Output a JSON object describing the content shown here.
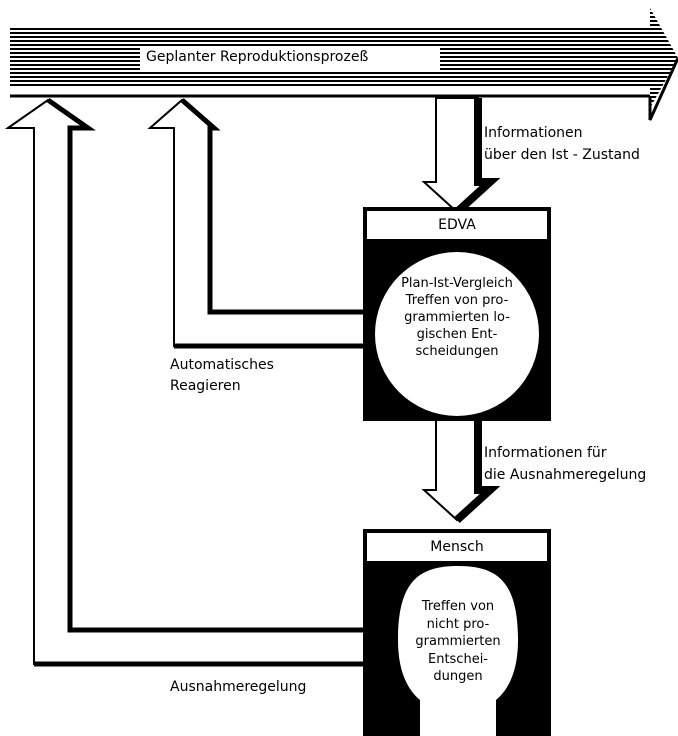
{
  "process_bar": {
    "label": "Geplanter Reproduktionsprozeß"
  },
  "labels": {
    "info_ist": [
      "Informationen",
      "über den Ist - Zustand"
    ],
    "info_ausnahme": [
      "Informationen für",
      "die Ausnahmeregelung"
    ],
    "automatisch": [
      "Automatisches",
      "Reagieren"
    ],
    "ausnahmeregelung": "Ausnahmeregelung"
  },
  "edva": {
    "title": "EDVA",
    "text": "Plan-Ist-Vergleich\nTreffen von pro-\ngrammierten lo-\ngischen Ent-\nscheidungen"
  },
  "mensch": {
    "title": "Mensch",
    "text": "Treffen von\nnicht pro-\ngrammierten\nEntschei-\ndungen"
  }
}
